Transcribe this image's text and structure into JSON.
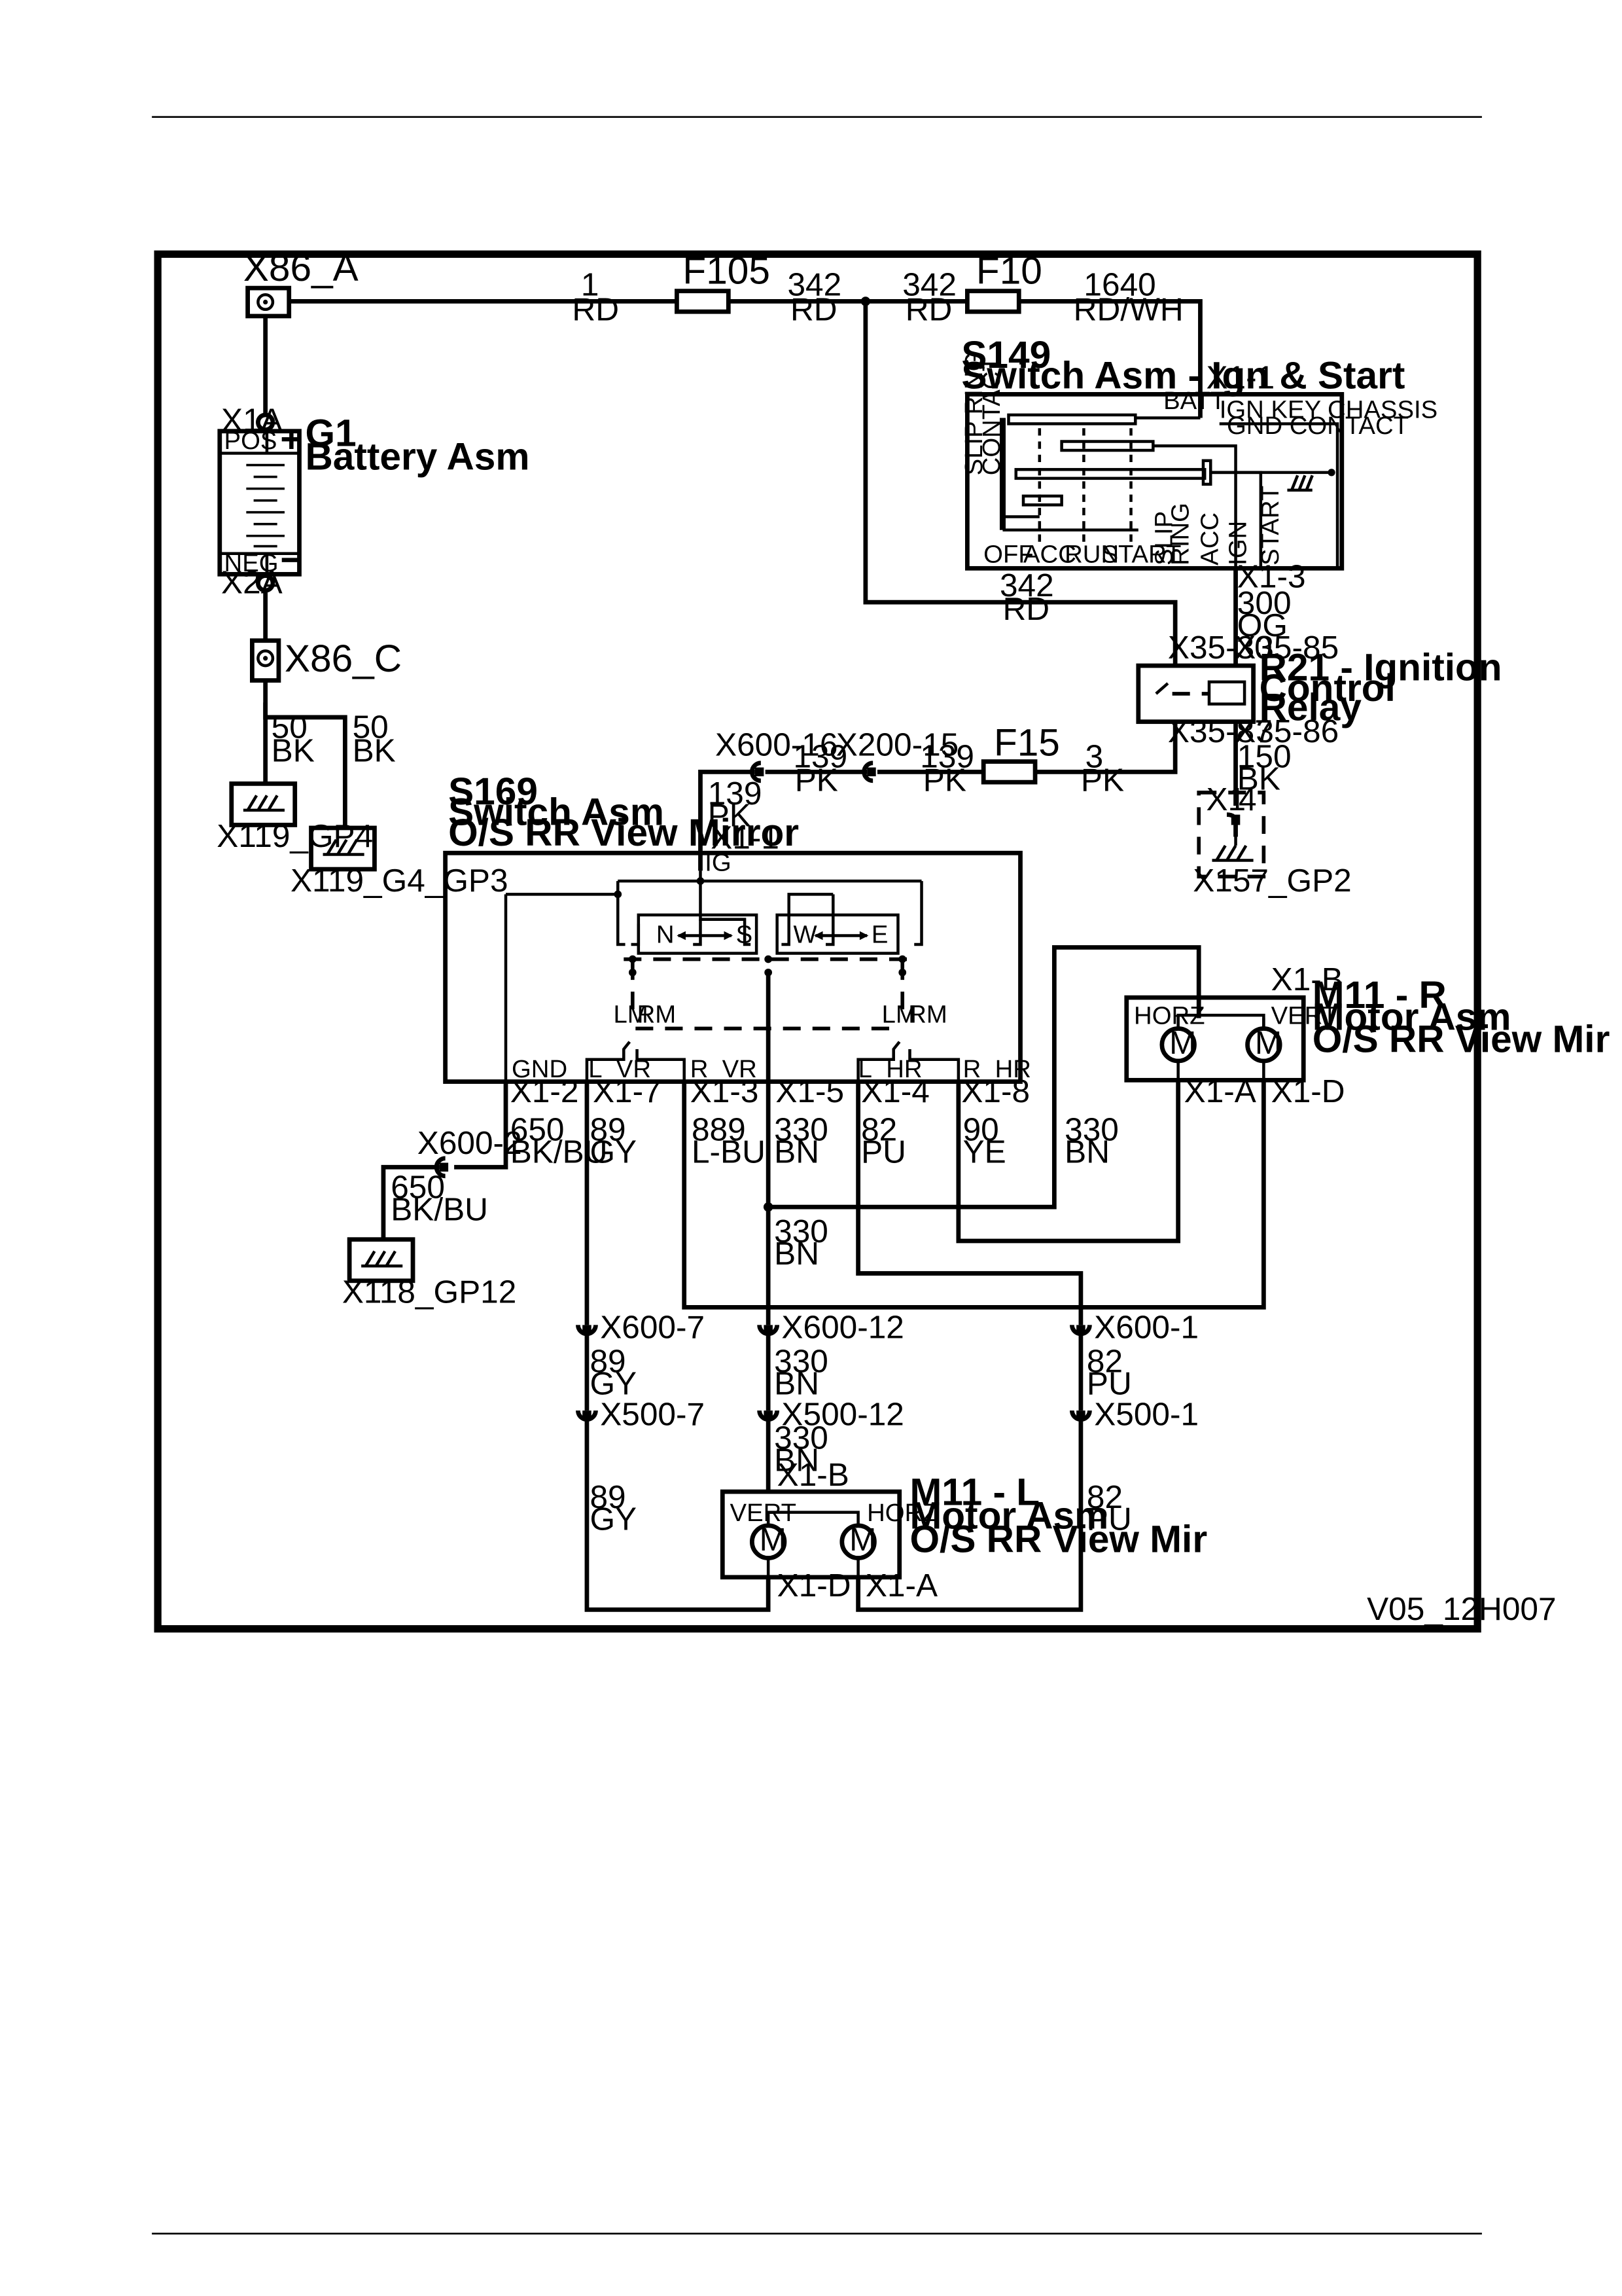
{
  "diagram_id": "V05_12H007",
  "components": {
    "x86a": "X86_A",
    "x86c": "X86_C",
    "x1a": "X1A",
    "x2a": "X2A",
    "battery": {
      "id": "G1",
      "name": "Battery Asm",
      "pos": "POS",
      "neg": "NEG",
      "plus": "+",
      "minus": "−"
    },
    "grounds": {
      "gp4": "X119_GP4",
      "g4gp3": "X119_G4_GP3",
      "gp12": "X118_GP12",
      "gp2": "X157_GP2"
    },
    "fuses": {
      "f105": "F105",
      "f10": "F10",
      "f15": "F15"
    },
    "s149": {
      "id": "S149",
      "name": "Switch Asm - Ign & Start",
      "pin_x11": "X1-1",
      "pin_x13": "X1-3",
      "batt": "BATT",
      "ign_key_l1": "IGN KEY CHASSIS",
      "ign_key_l2": "GND CONTACT",
      "slip_ring_contact_l1": "SLIP RING",
      "slip_ring_contact_l2": "CONTACT",
      "off": "OFF",
      "acc": "ACC",
      "run": "RUN",
      "start": "START",
      "slip_l1": "SLIP",
      "slip_l2": "RING",
      "acc_v": "ACC",
      "ign_v": "IGN",
      "start_v": "START"
    },
    "r21": {
      "l1": "R21 - Ignition",
      "l2": "Control",
      "l3": "Relay",
      "p30": "X35-30",
      "p85": "X35-85",
      "p87": "X35-87",
      "p86": "X35-86"
    },
    "x157": {
      "x1": "X1",
      "pin": "4"
    },
    "s169": {
      "id": "S169",
      "l1": "Switch Asm",
      "l2": "O/S RR View Mirror",
      "x11": "X1-1",
      "ig": "IG",
      "n": "N",
      "s": "S",
      "w": "W",
      "e": "E",
      "lm": "LM",
      "rm": "RM",
      "gnd": "GND",
      "lvr": "L_VR",
      "rvr": "R_VR",
      "lhr": "L_HR",
      "rhr": "R_HR",
      "p2": "X1-2",
      "p7": "X1-7",
      "p3": "X1-3",
      "p5": "X1-5",
      "p4": "X1-4",
      "p8": "X1-8"
    },
    "m11r": {
      "l1": "M11 - R",
      "l2": "Motor Asm",
      "l3": "O/S RR View Mir",
      "xb": "X1-B",
      "xa": "X1-A",
      "xd": "X1-D",
      "horz": "HORZ",
      "vert": "VERT",
      "m": "M"
    },
    "m11l": {
      "l1": "M11 - L",
      "l2": "Motor Asm",
      "l3": "O/S RR View Mir",
      "xb": "X1-B",
      "xd": "X1-D",
      "xa": "X1-A",
      "horz": "HORZ",
      "vert": "VERT",
      "m": "M"
    },
    "conn": {
      "x600_16": "X600-16",
      "x200_15": "X200-15",
      "x600_2": "X600-2",
      "x600_7": "X600-7",
      "x600_12": "X600-12",
      "x600_1": "X600-1",
      "x500_7": "X500-7",
      "x500_12": "X500-12",
      "x500_1": "X500-1"
    }
  },
  "wires": {
    "w1_n": "1",
    "w1_c": "RD",
    "w342a_n": "342",
    "w342a_c": "RD",
    "w342b_n": "342",
    "w342b_c": "RD",
    "w1640_n": "1640",
    "w1640_c": "RD/WH",
    "w342c_n": "342",
    "w342c_c": "RD",
    "w300_n": "300",
    "w300_c": "OG",
    "w150_n": "150",
    "w150_c": "BK",
    "w50a_n": "50",
    "w50a_c": "BK",
    "w50b_n": "50",
    "w50b_c": "BK",
    "w139a_n": "139",
    "w139a_c": "PK",
    "w139b_n": "139",
    "w139b_c": "PK",
    "w139c_n": "139",
    "w139c_c": "PK",
    "w3_n": "3",
    "w3_c": "PK",
    "w650a_n": "650",
    "w650a_c": "BK/BU",
    "w650b_n": "650",
    "w650b_c": "BK/BU",
    "w89a_n": "89",
    "w89a_c": "GY",
    "w889_n": "889",
    "w889_c": "L-BU",
    "w330a_n": "330",
    "w330a_c": "BN",
    "w82a_n": "82",
    "w82a_c": "PU",
    "w90_n": "90",
    "w90_c": "YE",
    "w330b_n": "330",
    "w330b_c": "BN",
    "w330c_n": "330",
    "w330c_c": "BN",
    "w89b_n": "89",
    "w89b_c": "GY",
    "w330d_n": "330",
    "w330d_c": "BN",
    "w82b_n": "82",
    "w82b_c": "PU",
    "w330e_n": "330",
    "w330e_c": "BN",
    "w89c_n": "89",
    "w89c_c": "GY",
    "w82c_n": "82",
    "w82c_c": "PU"
  }
}
